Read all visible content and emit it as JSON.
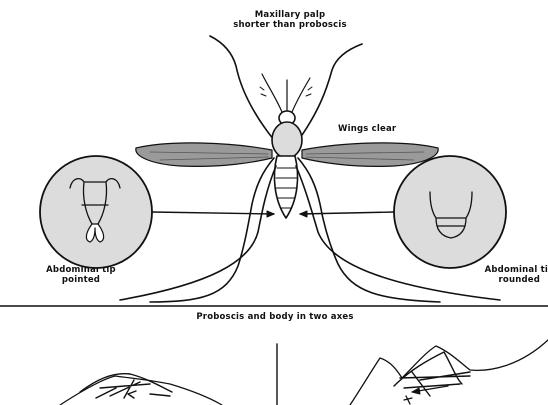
{
  "labels": {
    "maxillary_line1": "Maxillary palp",
    "maxillary_line2": "shorter than proboscis",
    "wings": "Wings clear",
    "left_tip_line1": "Abdominal tip",
    "left_tip_line2": "pointed",
    "right_tip_line1": "Abdominal ti",
    "right_tip_line2": "rounded",
    "bottom_caption": "Proboscis and body in two axes"
  },
  "colors": {
    "ink": "#111111",
    "wing_fill": "#9a9a9a",
    "thorax_fill": "#dcdcdc",
    "background": "#ffffff"
  }
}
